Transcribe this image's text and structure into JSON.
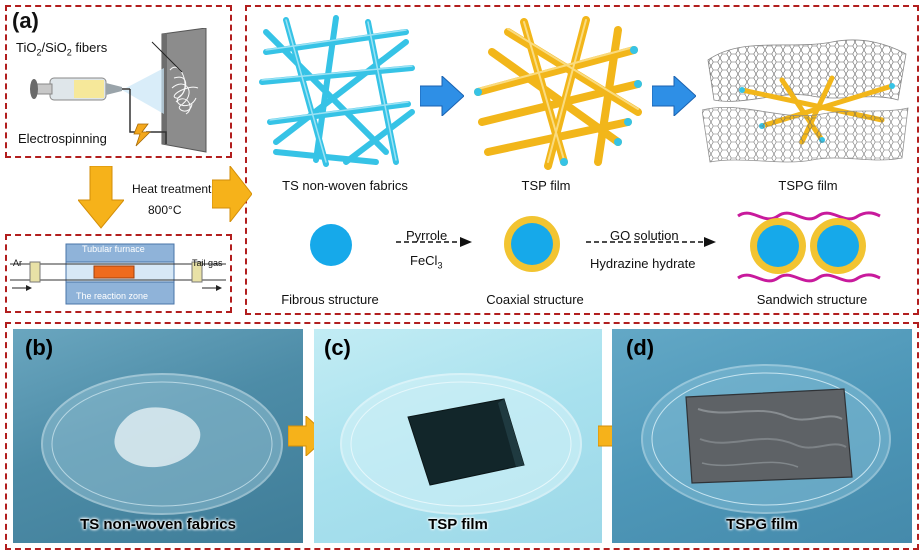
{
  "panel_a": {
    "label": "(a)",
    "electrospinning": {
      "fibers_label_main": "TiO",
      "fibers_sub1": "2",
      "fibers_mid": "/SiO",
      "fibers_sub2": "2",
      "fibers_tail": " fibers",
      "method_label": "Electrospinning"
    },
    "heat_treatment": {
      "label": "Heat treatment",
      "temperature": "800°C"
    },
    "furnace": {
      "title": "Tubular furnace",
      "zone": "The reaction zone",
      "inlet": "Ar",
      "outlet": "Tail gas"
    },
    "process": {
      "stage1": "TS non-woven fabrics",
      "stage2": "TSP film",
      "stage3": "TSPG film"
    },
    "structures": {
      "s1": "Fibrous structure",
      "s2": "Coaxial structure",
      "s3": "Sandwich structure",
      "step1_top": "Pyrrole",
      "step1_bottom_main": "FeCl",
      "step1_bottom_sub": "3",
      "step2_top": "GO solution",
      "step2_bottom": "Hydrazine hydrate"
    }
  },
  "photos": [
    {
      "label": "(b)",
      "caption": "TS non-woven fabrics"
    },
    {
      "label": "(c)",
      "caption": "TSP film"
    },
    {
      "label": "(d)",
      "caption": "TSPG film"
    }
  ],
  "colors": {
    "frame": "#b21e1e",
    "cyan_fiber": "#36c3e6",
    "yellow_fiber": "#f2b61a",
    "arrow_blue": "#2e8fe6",
    "arrow_yellow": "#f6b21a",
    "core_blue": "#16a9ea",
    "graphene_wave": "#c81a9c"
  }
}
